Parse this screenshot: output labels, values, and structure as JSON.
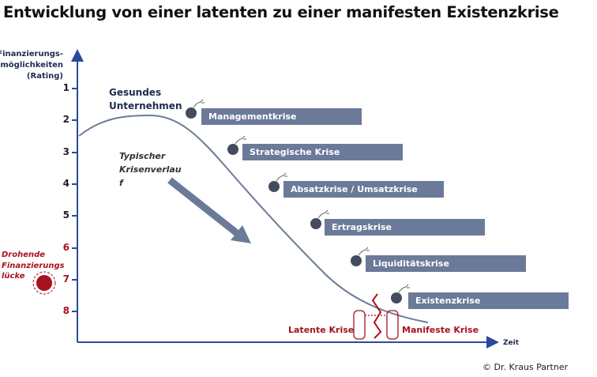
{
  "title": "Entwicklung von einer latenten zu einer manifesten Existenzkrise",
  "y_axis": {
    "label_lines": [
      "Finanzierungs-",
      "möglichkeiten",
      "(Rating)"
    ],
    "ticks": [
      "1",
      "2",
      "3",
      "4",
      "5",
      "6",
      "7",
      "8"
    ]
  },
  "x_axis": {
    "label": "Zeit"
  },
  "healthy": {
    "lines": [
      "Gesundes",
      "Unternehmen"
    ]
  },
  "typical": {
    "lines": [
      "Typischer",
      "Krisenverlau",
      "f"
    ]
  },
  "threat": {
    "lines": [
      "Drohende",
      "Finanzierungs",
      "lücke"
    ]
  },
  "crises": [
    "Managementkrise",
    "Strategische Krise",
    "Absatzkrise / Umsatzkrise",
    "Ertragskrise",
    "Liquiditätskrise",
    "Existenzkrise"
  ],
  "latent_label": "Latente Krise",
  "manifest_label": "Manifeste Krise",
  "copyright": "© Dr. Kraus Partner",
  "colors": {
    "bar": "#6b7a99",
    "axis": "#2b4a9e",
    "red": "#a8121e",
    "curve": "#6b7a99"
  }
}
